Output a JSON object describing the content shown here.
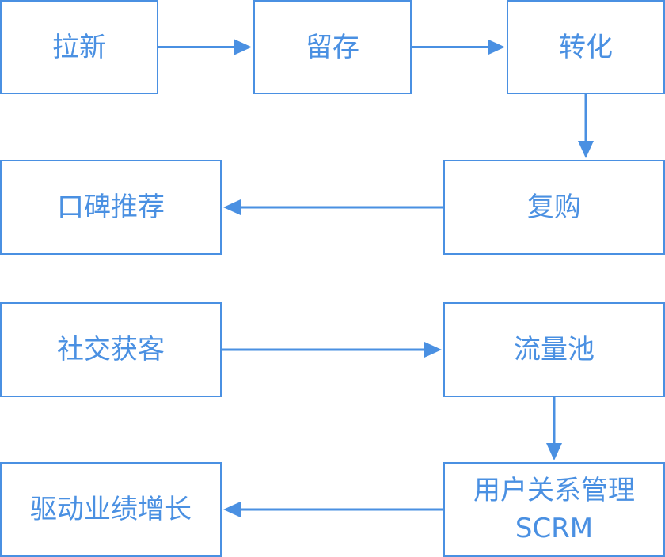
{
  "colors": {
    "accent": "#4A90E2",
    "background": "#FFFFFF"
  },
  "nodes": [
    {
      "lines": [
        "拉新"
      ]
    },
    {
      "lines": [
        "留存"
      ]
    },
    {
      "lines": [
        "转化"
      ]
    },
    {
      "lines": [
        "复购"
      ]
    },
    {
      "lines": [
        "口碑推荐"
      ]
    },
    {
      "lines": [
        "社交获客"
      ]
    },
    {
      "lines": [
        "流量池"
      ]
    },
    {
      "lines": [
        "用户关系管理",
        "SCRM"
      ]
    },
    {
      "lines": [
        "驱动业绩增长"
      ]
    }
  ],
  "edges": [
    [
      0,
      1
    ],
    [
      1,
      2
    ],
    [
      2,
      3
    ],
    [
      3,
      4
    ],
    [
      5,
      6
    ],
    [
      6,
      7
    ],
    [
      7,
      8
    ]
  ]
}
